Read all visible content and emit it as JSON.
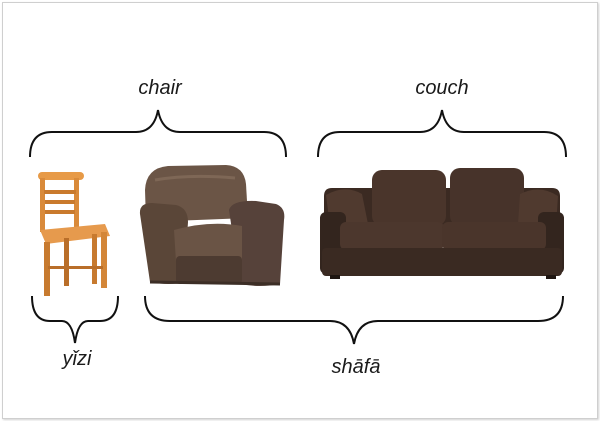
{
  "labels": {
    "english_chair": "chair",
    "english_couch": "couch",
    "chinese_chair": "yǐzi",
    "chinese_sofa": "shāfā"
  },
  "images": {
    "chair": "wooden-chair",
    "armchair": "brown-leather-recliner",
    "couch": "brown-three-seat-sofa"
  },
  "colors": {
    "wood": "#d98a3a",
    "leather": "#5e4a3d",
    "couch": "#3f2d24",
    "bracket": "#111111"
  }
}
